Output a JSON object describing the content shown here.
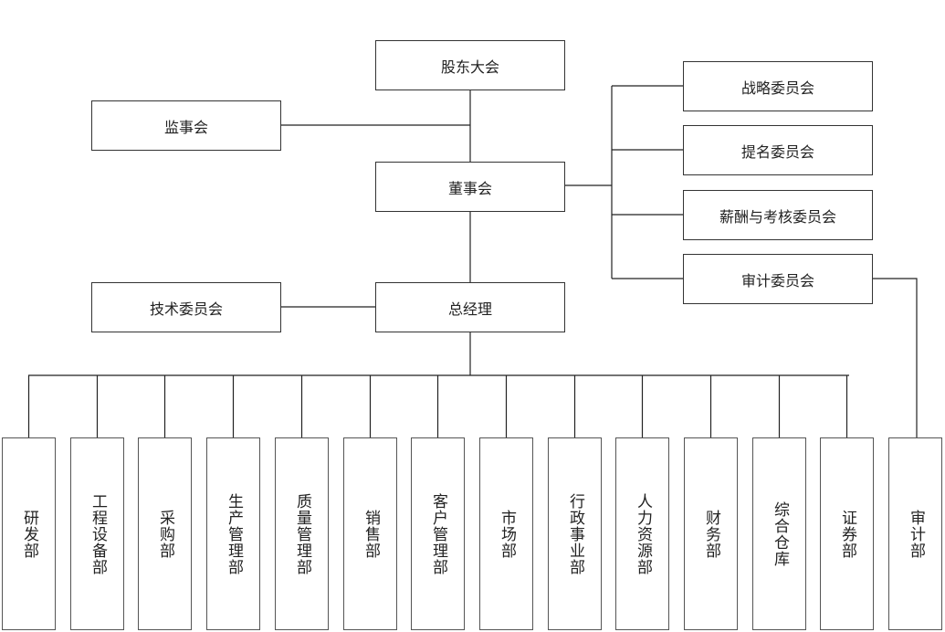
{
  "nodes": {
    "shareholders": "股东大会",
    "supervisors": "监事会",
    "board": "董事会",
    "tech_committee": "技术委员会",
    "general_manager": "总经理",
    "strategy_committee": "战略委员会",
    "nomination_committee": "提名委员会",
    "compensation_committee": "薪酬与考核委员会",
    "audit_committee": "审计委员会"
  },
  "departments": [
    "研发部",
    "工程设备部",
    "采购部",
    "生产管理部",
    "质量管理部",
    "销售部",
    "客户管理部",
    "市场部",
    "行政事业部",
    "人力资源部",
    "财务部",
    "综合仓库",
    "证券部",
    "审计部"
  ]
}
